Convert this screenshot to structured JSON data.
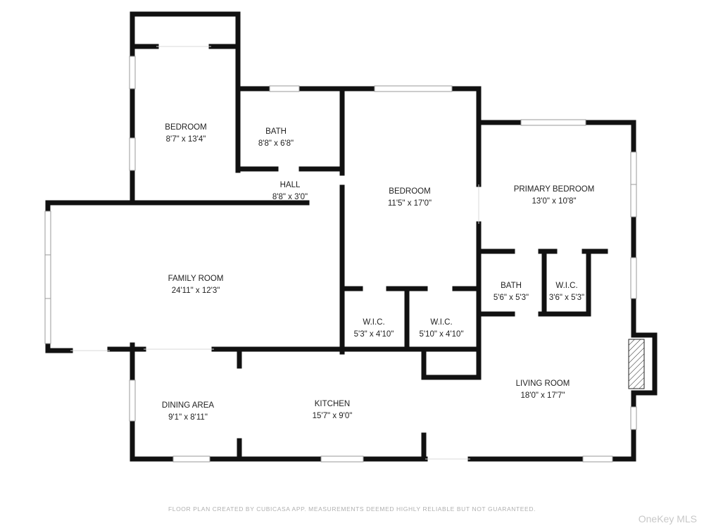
{
  "rooms": [
    {
      "id": "bedroom-1",
      "name": "BEDROOM",
      "dims": "8'7\" x 13'4\""
    },
    {
      "id": "bath-1",
      "name": "BATH",
      "dims": "8'8\" x 6'8\""
    },
    {
      "id": "hall",
      "name": "HALL",
      "dims": "8'8\" x 3'0\""
    },
    {
      "id": "bedroom-2",
      "name": "BEDROOM",
      "dims": "11'5\" x 17'0\""
    },
    {
      "id": "primary-bedroom",
      "name": "PRIMARY BEDROOM",
      "dims": "13'0\" x 10'8\""
    },
    {
      "id": "family-room",
      "name": "FAMILY ROOM",
      "dims": "24'11\" x 12'3\""
    },
    {
      "id": "wic-1",
      "name": "W.I.C.",
      "dims": "5'3\" x 4'10\""
    },
    {
      "id": "wic-2",
      "name": "W.I.C.",
      "dims": "5'10\" x 4'10\""
    },
    {
      "id": "bath-2",
      "name": "BATH",
      "dims": "5'6\" x 5'3\""
    },
    {
      "id": "wic-3",
      "name": "W.I.C.",
      "dims": "3'6\" x 5'3\""
    },
    {
      "id": "living-room",
      "name": "LIVING ROOM",
      "dims": "18'0\" x 17'7\""
    },
    {
      "id": "dining-area",
      "name": "DINING AREA",
      "dims": "9'1\" x 8'11\""
    },
    {
      "id": "kitchen",
      "name": "KITCHEN",
      "dims": "15'7\" x 9'0\""
    }
  ],
  "footer": {
    "disclaimer": "FLOOR PLAN CREATED BY CUBICASA APP. MEASUREMENTS DEEMED HIGHLY RELIABLE BUT NOT GUARANTEED."
  },
  "watermark": {
    "text": "OneKey MLS"
  },
  "colors": {
    "wall": "#111111",
    "window": "#9a9a9a",
    "footer": "#b0b0b0"
  }
}
